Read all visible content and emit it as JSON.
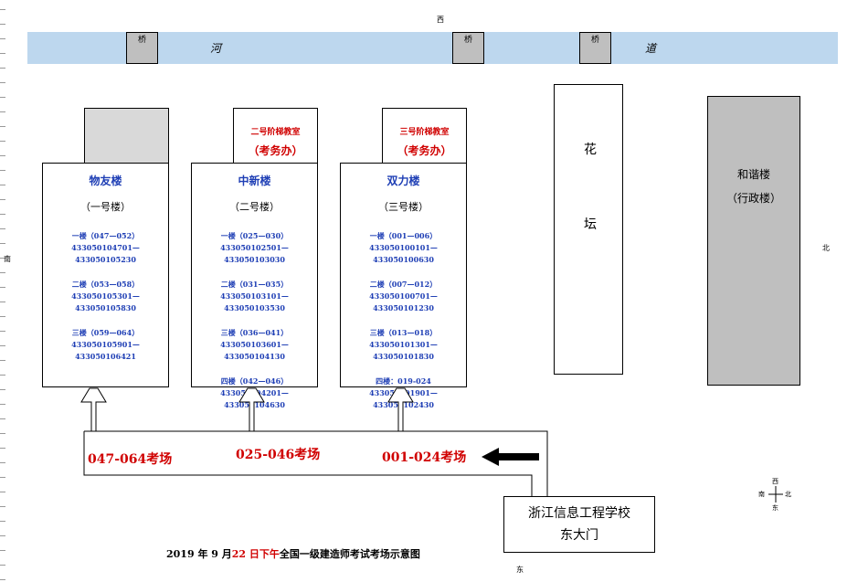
{
  "directions": {
    "top": "西",
    "left": "南",
    "right": "北",
    "bottom": "东"
  },
  "river": {
    "bridge_label": "桥",
    "text_left": "河",
    "text_right": "道"
  },
  "buildings": [
    {
      "name": "物友楼",
      "sub": "（一号楼）",
      "floors": [
        {
          "label": "一楼（047—052）",
          "range": "433050104701—433050105230"
        },
        {
          "label": "二楼（053—058）",
          "range": "433050105301—433050105830"
        },
        {
          "label": "三楼（059—064）",
          "range": "433050105901—433050106421"
        }
      ]
    },
    {
      "name": "中新楼",
      "sub": "（二号楼）",
      "annex": {
        "title": "二号阶梯教室",
        "office": "（考务办）"
      },
      "floors": [
        {
          "label": "一楼（025—030）",
          "range": "433050102501—433050103030"
        },
        {
          "label": "二楼（031—035）",
          "range": "433050103101—433050103530"
        },
        {
          "label": "三楼（036—041）",
          "range": "433050103601—433050104130"
        },
        {
          "label": "四楼（042—046）",
          "range": "433050104201—433050104630"
        }
      ]
    },
    {
      "name": "双力楼",
      "sub": "（三号楼）",
      "annex": {
        "title": "三号阶梯教室",
        "office": "（考务办）"
      },
      "floors": [
        {
          "label": "一楼（001—006）",
          "range": "433050100101—433050100630"
        },
        {
          "label": "二楼（007—012）",
          "range": "433050100701—433050101230"
        },
        {
          "label": "三楼（013—018）",
          "range": "433050101301—433050101830"
        },
        {
          "label": "四楼：019-024",
          "range": "433050101901—433050102430"
        }
      ]
    }
  ],
  "halls": [
    "047-064考场",
    "025-046考场",
    "001-024考场"
  ],
  "flowerbed": {
    "char1": "花",
    "char2": "坛"
  },
  "admin": {
    "name": "和谐楼",
    "sub": "（行政楼）"
  },
  "gate": {
    "line1": "浙江信息工程学校",
    "line2": "东大门"
  },
  "compass": {
    "n": "西",
    "w": "南",
    "e": "北",
    "s": "东"
  },
  "title": {
    "prefix": "2019 年 9 月",
    "highlight": "22 日下午",
    "suffix": "全国一级建造师考试考场示意图"
  }
}
